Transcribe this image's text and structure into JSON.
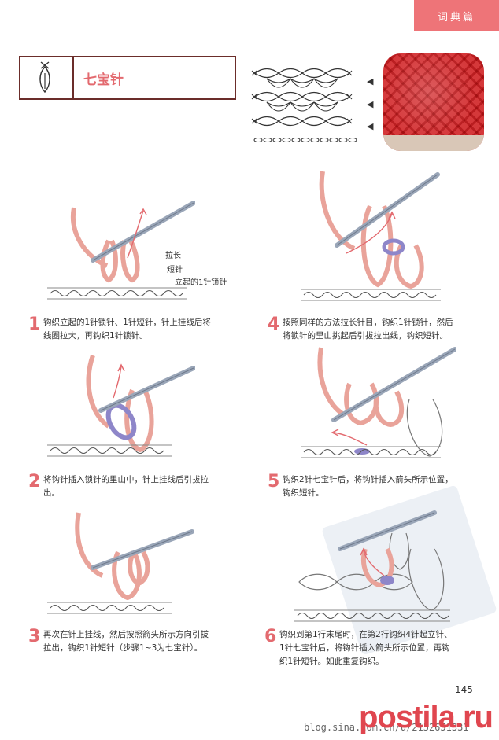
{
  "header": {
    "tab_label": "词典篇"
  },
  "title": {
    "label": "七宝针"
  },
  "steps": [
    {
      "num": "1",
      "text_lines": [
        "钩织立起的1针锁针、1针短针，针上挂线后将",
        "线圈拉大，再钩织1针锁针。"
      ]
    },
    {
      "num": "2",
      "text_lines": [
        "将钩针插入锁针的里山中，针上挂线后引拔拉",
        "出。"
      ]
    },
    {
      "num": "3",
      "text_lines": [
        "再次在针上挂线，然后按照箭头所示方向引拔",
        "拉出，钩织1针短针（步骤1~3为七宝针）。"
      ]
    },
    {
      "num": "4",
      "text_lines": [
        "按照同样的方法拉长针目，钩织1针锁针，然后",
        "将锁针的里山挑起后引拔拉出线，钩织短针。"
      ]
    },
    {
      "num": "5",
      "text_lines": [
        "钩织2针七宝针后，将钩针插入箭头所示位置，",
        "钩织短针。"
      ]
    },
    {
      "num": "6",
      "text_lines": [
        "钩织到第1行末尾时，在第2行钩织4针起立针、",
        "1针七宝针后，将钩针插入箭头所示位置，再钩",
        "织1针短针。如此重复钩织。"
      ]
    }
  ],
  "callouts": {
    "pull_long": "拉长",
    "single": "短针",
    "chain": "立起的1针锁针"
  },
  "footer": {
    "page_number": "145",
    "blog_url": "blog.sina.com.cn/u/2152651331",
    "logo_text": "postila.ru"
  },
  "colors": {
    "accent": "#ee7478",
    "title_text": "#e36a6f",
    "border": "#6b2d2a",
    "yarn": "#e9a39a",
    "hook": "#9aa6b8",
    "yarn_purple": "#8e86c9"
  },
  "icons": {
    "stitch_symbol": "seven-treasure-stitch-symbol",
    "arrow": "left-arrow"
  }
}
